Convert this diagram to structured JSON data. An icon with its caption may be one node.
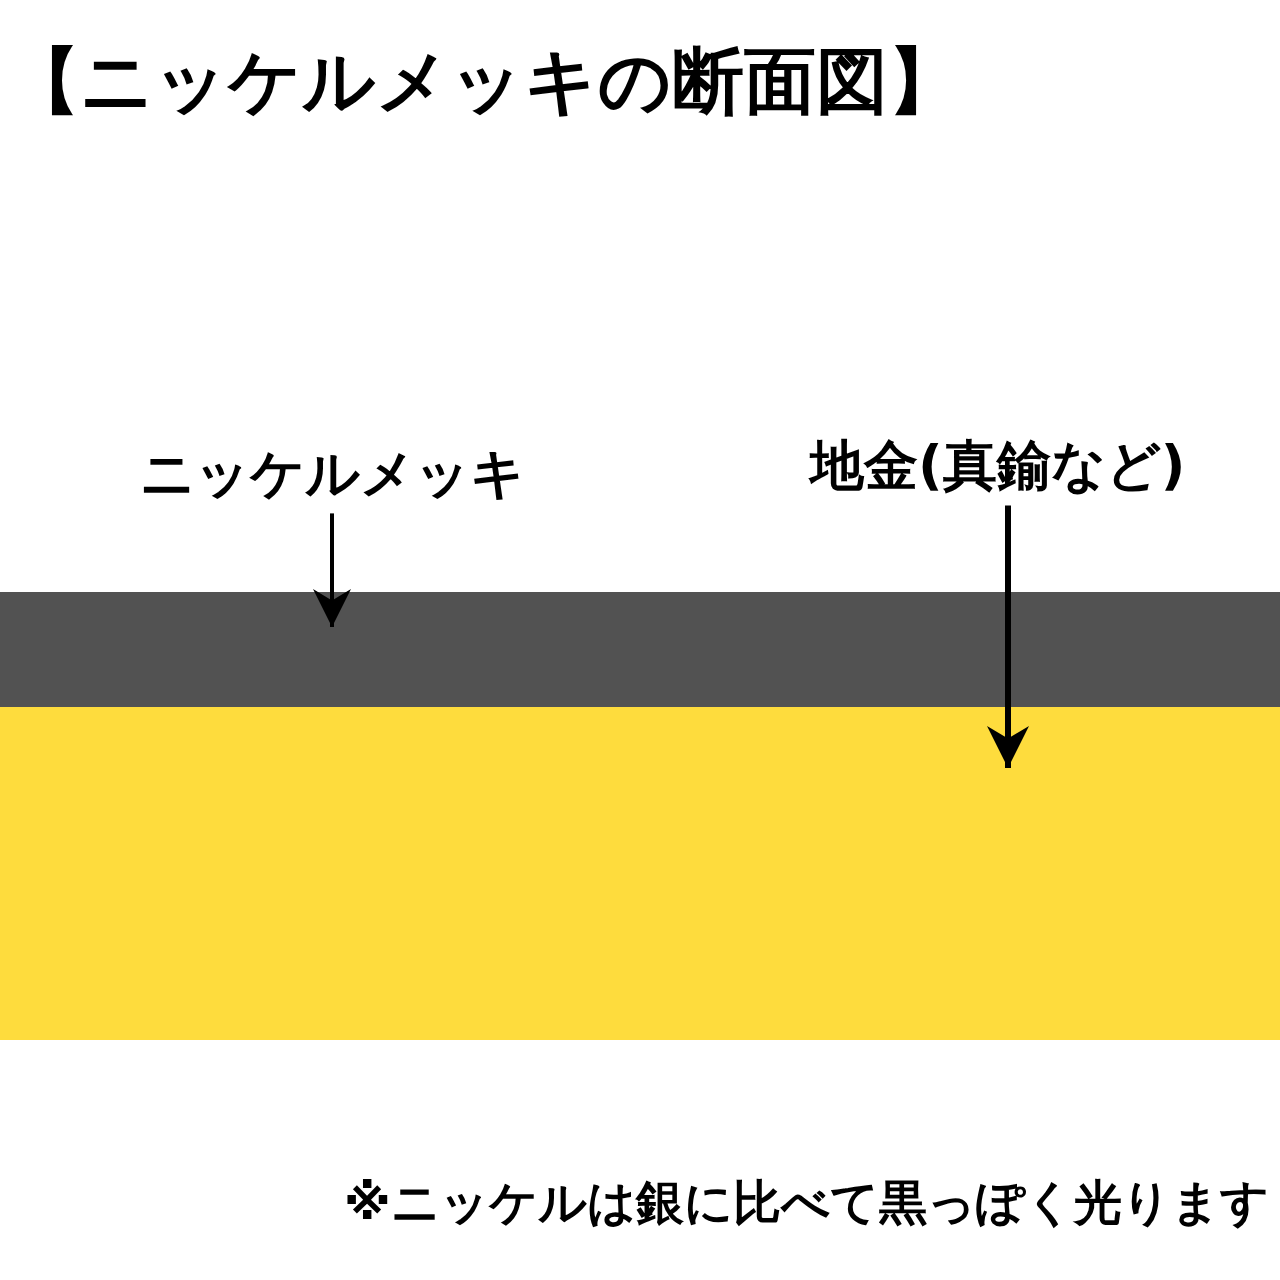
{
  "diagram": {
    "title": "【ニッケルメッキの断面図】",
    "nodes": [
      {
        "text": [
          "ニッケルメッキ"
        ]
      },
      {
        "text": [
          "地金(真鍮など)"
        ]
      },
      {
        "text": [],
        "shape": "bar"
      },
      {
        "text": [],
        "shape": "bar"
      }
    ],
    "edges": [
      {
        "from": 0,
        "to": 2,
        "arrow": "to"
      },
      {
        "from": 1,
        "to": 3,
        "arrow": "to"
      }
    ],
    "labels": [
      "※ニッケルは銀に比べて黒っぽく光ります"
    ]
  }
}
